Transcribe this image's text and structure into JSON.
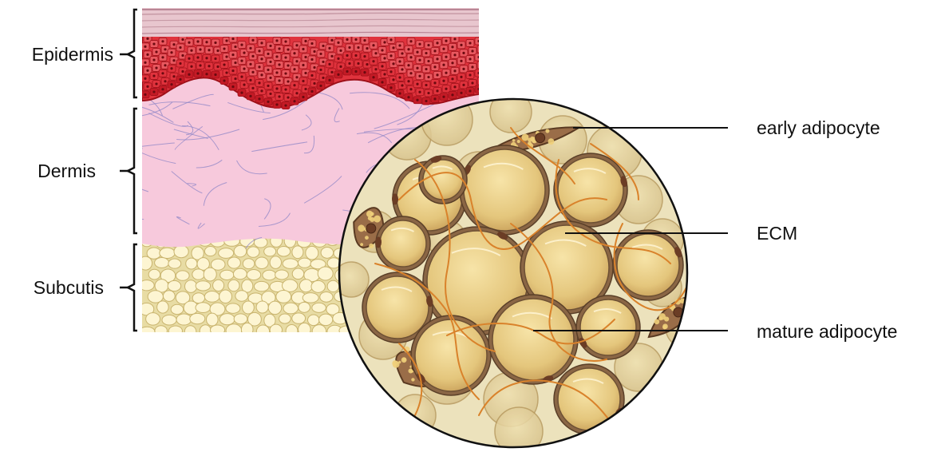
{
  "skin_layers": [
    {
      "label": "Epidermis"
    },
    {
      "label": "Dermis"
    },
    {
      "label": "Subcutis"
    }
  ],
  "callouts": [
    {
      "label": "early adipocyte"
    },
    {
      "label": "ECM"
    },
    {
      "label": "mature adipocyte"
    }
  ],
  "colors": {
    "stratum_corneum": "#e8c6ce",
    "keratinocyte": "#e0333d",
    "keratinocyte_dark": "#b3121d",
    "dermis": "#f7c9dc",
    "dermis_fiber": "#8f86c7",
    "subcutis_bg": "#e8dca4",
    "fat_cell": "#fdf5d2",
    "magnifier_bg": "#ece2bc",
    "mature_adipocyte": "#e6cc84",
    "adipocyte_rim": "#7a5a3a",
    "early_adipocyte": "#9a6d48",
    "ecm_fiber": "#d9822b"
  }
}
